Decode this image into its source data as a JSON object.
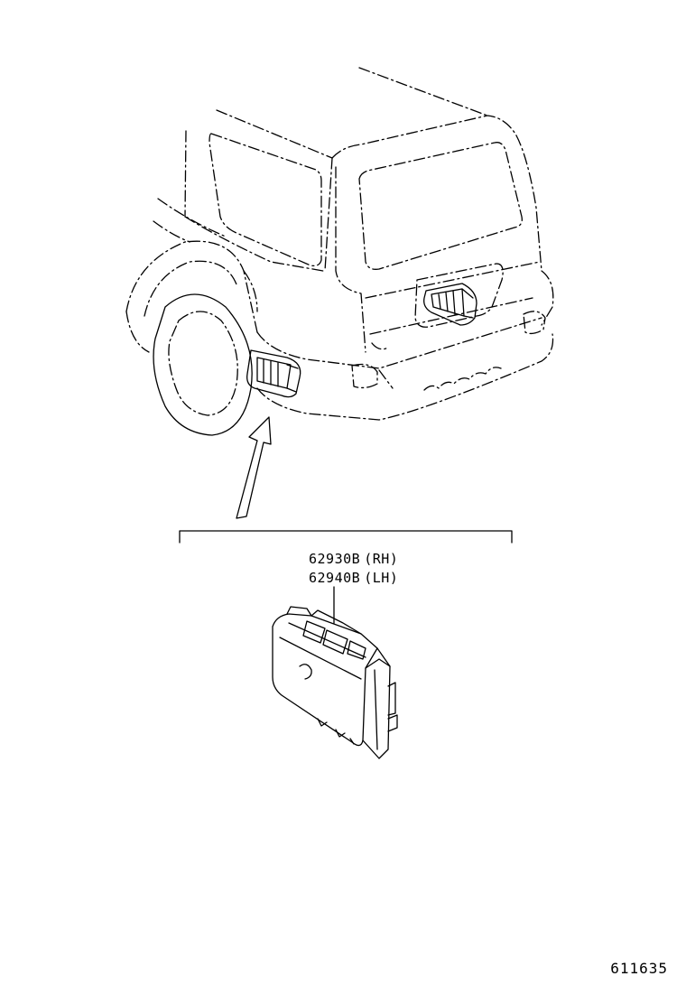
{
  "diagram": {
    "parts": [
      {
        "part_number": "62930B",
        "side": "(RH)"
      },
      {
        "part_number": "62940B",
        "side": "(LH)"
      }
    ],
    "diagram_id": "611635",
    "line_color": "#000000",
    "background_color": "#ffffff"
  }
}
